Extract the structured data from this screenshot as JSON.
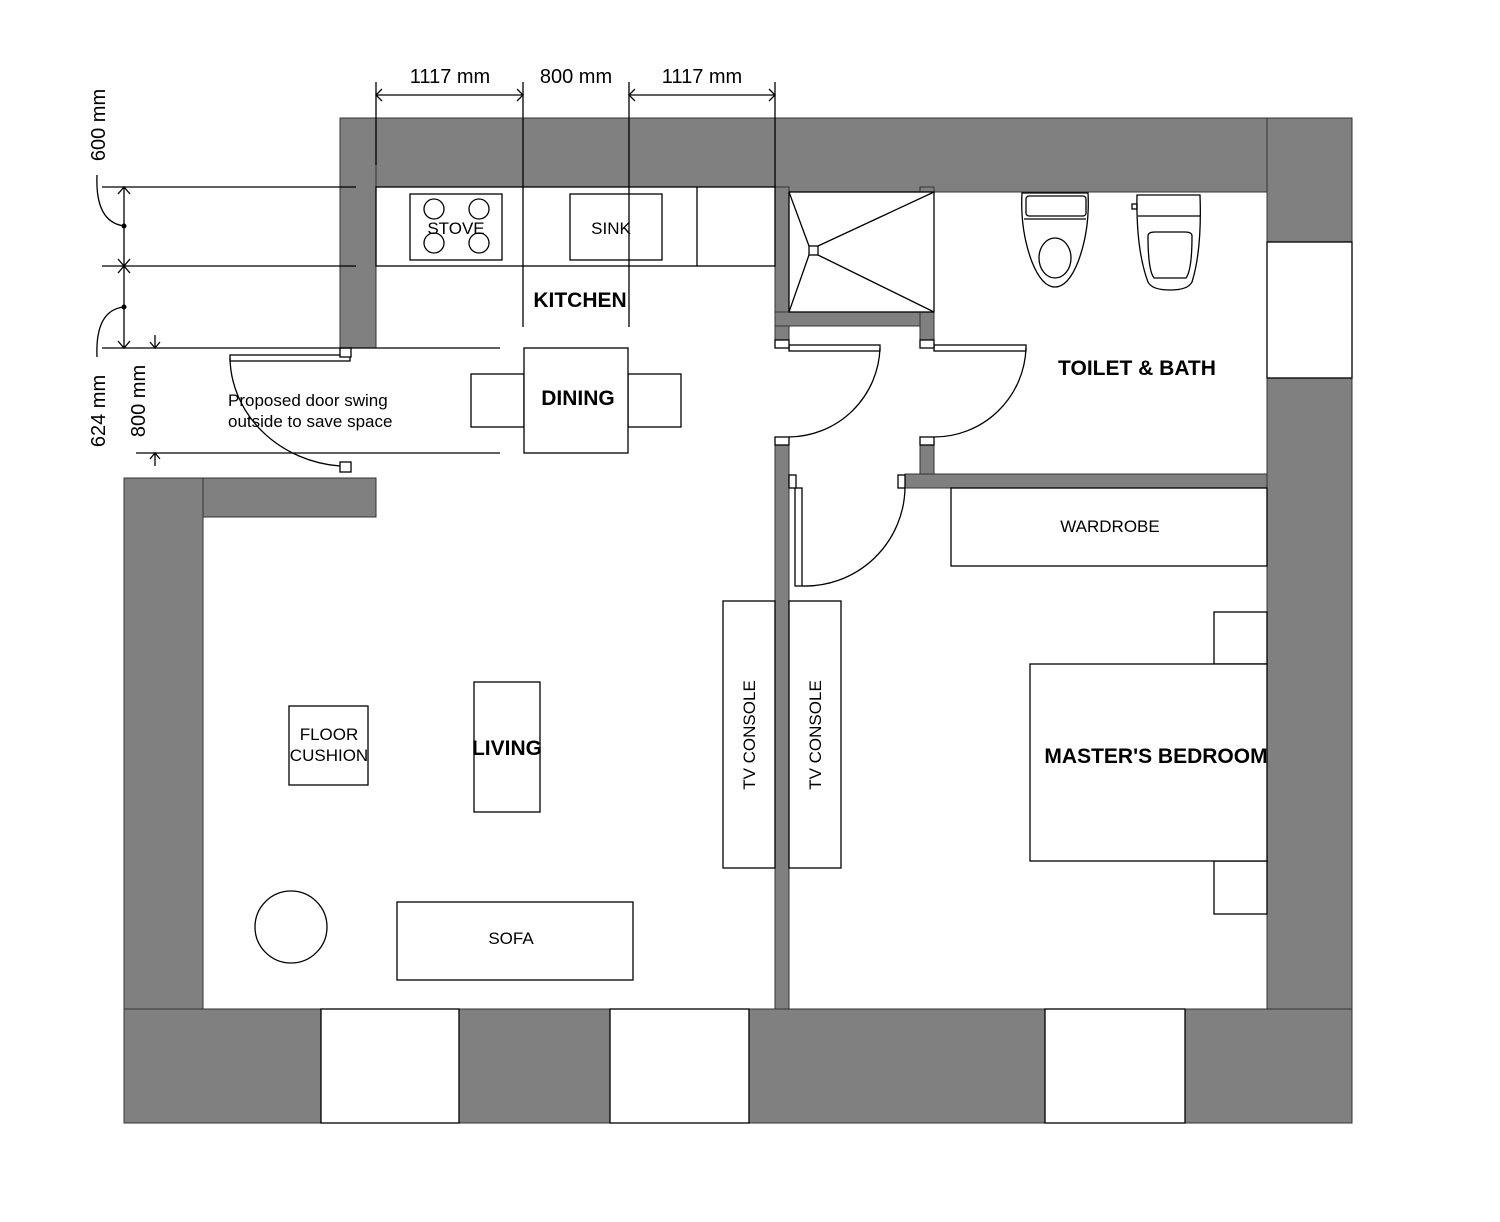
{
  "colors": {
    "wall": "#808080",
    "line": "#000000",
    "background": "#ffffff"
  },
  "dimensions": {
    "top": [
      "1117 mm",
      "800 mm",
      "1117 mm"
    ],
    "left_upper": "600 mm",
    "left_lower": "624 mm",
    "door_width": "800 mm"
  },
  "rooms": {
    "kitchen": "KITCHEN",
    "dining": "DINING",
    "living": "LIVING",
    "toilet_bath": "TOILET & BATH",
    "bedroom": "MASTER'S BEDROOM"
  },
  "furniture": {
    "stove": "STOVE",
    "sink": "SINK",
    "wardrobe": "WARDROBE",
    "tv_console_left": "TV CONSOLE",
    "tv_console_right": "TV CONSOLE",
    "floor_cushion_1": "FLOOR",
    "floor_cushion_2": "CUSHION",
    "sofa": "SOFA"
  },
  "notes": {
    "door_line1": "Proposed door swing",
    "door_line2": "outside to save space"
  }
}
